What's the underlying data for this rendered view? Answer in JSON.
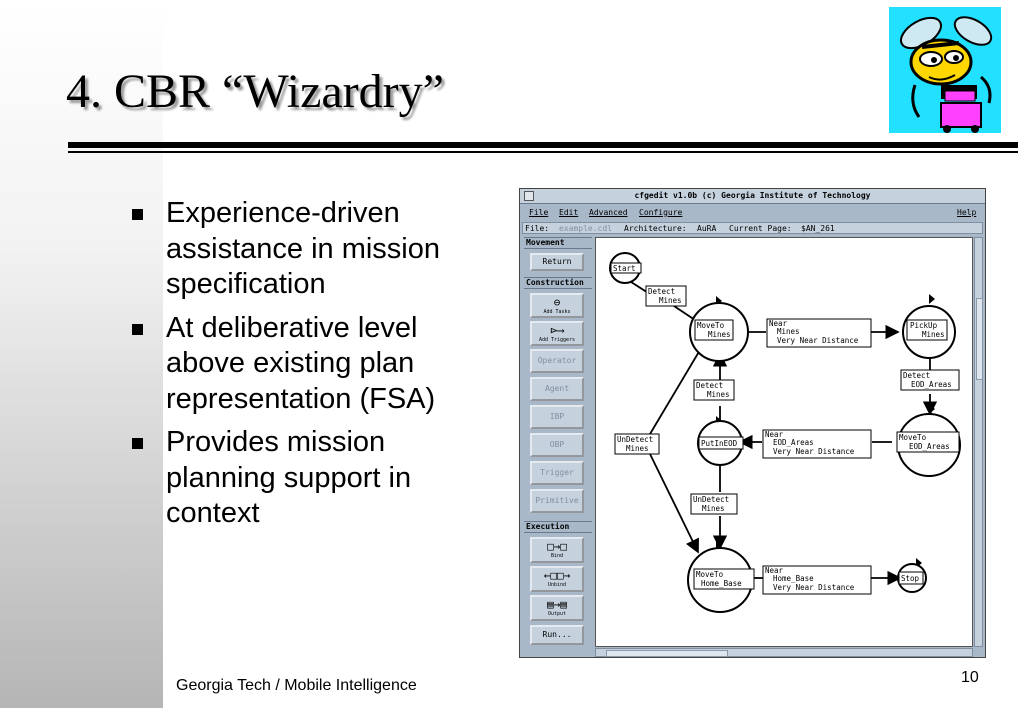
{
  "slide": {
    "title": "4. CBR “Wizardry”",
    "bullets": [
      "Experience-driven assistance in mission specification",
      "At deliberative level above existing plan representation (FSA)",
      "Provides mission planning support in context"
    ],
    "footer": "Georgia Tech / Mobile Intelligence",
    "page_number": "10"
  },
  "logo": {
    "icon": "yellow-jacket-mascot",
    "background": "#22e0ff"
  },
  "app": {
    "window_title": "cfgedit  v1.0b  (c) Georgia Institute of Technology",
    "menu": {
      "file": "File",
      "edit": "Edit",
      "advanced": "Advanced",
      "configure": "Configure",
      "help": "Help"
    },
    "info": {
      "file_label": "File:",
      "file_value": "example.cdl",
      "arch_label": "Architecture:",
      "arch_value": "AuRA",
      "page_label": "Current Page:",
      "page_value": "$AN_261"
    },
    "palette": {
      "movement_header": "Movement",
      "return": "Return",
      "construction_header": "Construction",
      "add_tasks": "Add Tasks",
      "add_triggers": "Add Triggers",
      "operator": "Operator",
      "agent": "Agent",
      "ibp": "IBP",
      "obp": "OBP",
      "trigger": "Trigger",
      "primitive": "Primitive",
      "execution_header": "Execution",
      "bind": "Bind",
      "unbind": "Unbind",
      "output": "Output",
      "run": "Run..."
    },
    "states": {
      "start": "Start",
      "moveto_mines_1": "MoveTo",
      "moveto_mines_2": "Mines",
      "pickup_1": "PickUp",
      "pickup_2": "Mines",
      "moveto_eod_1": "MoveTo",
      "moveto_eod_2": "EOD_Areas",
      "putineod": "PutInEOD",
      "moveto_home_1": "MoveTo",
      "moveto_home_2": "Home_Base",
      "stop": "Stop"
    },
    "triggers": {
      "detect_mines_1": "Detect",
      "detect_mines_2": "Mines",
      "near_mines_1": "Near",
      "near_mines_2": "Mines",
      "near_mines_3": "Very Near Distance",
      "detect_eod_1": "Detect",
      "detect_eod_2": "EOD_Areas",
      "detect_mines_b_1": "Detect",
      "detect_mines_b_2": "Mines",
      "near_eod_1": "Near",
      "near_eod_2": "EOD_Areas",
      "near_eod_3": "Very Near Distance",
      "undetect_left_1": "UnDetect",
      "undetect_left_2": "Mines",
      "undetect_mid_1": "UnDetect",
      "undetect_mid_2": "Mines",
      "near_home_1": "Near",
      "near_home_2": "Home_Base",
      "near_home_3": "Very Near Distance"
    }
  }
}
